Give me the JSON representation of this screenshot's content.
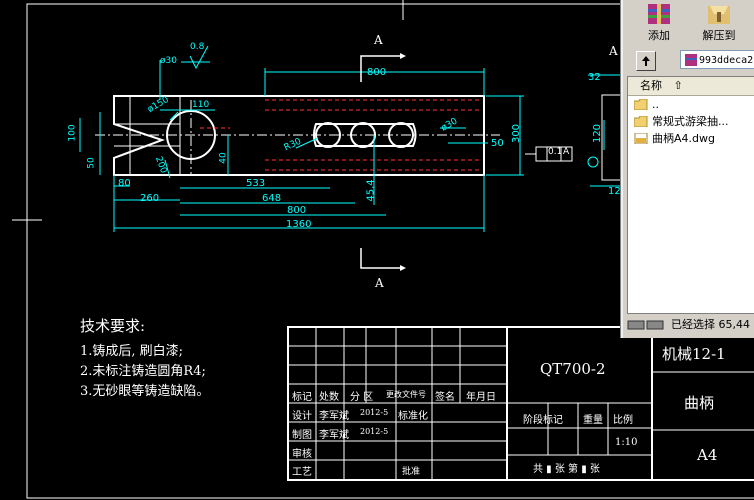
{
  "drawing": {
    "section_label": "A",
    "roughness": "0.8",
    "dims": {
      "d800_top": "800",
      "d32": "32",
      "d30": "ø30",
      "d150": "ø150",
      "d110": "110",
      "d100": "100",
      "d50": "50",
      "d40": "40",
      "d200": "200",
      "r30": "R30",
      "d30b": "ø30",
      "d50b": "50",
      "d300": "300",
      "d80": "80",
      "d260": "260",
      "d533": "533",
      "d648": "648",
      "d800": "800",
      "d1360": "1360",
      "d45": "45.4",
      "d120": "120",
      "d12": "12"
    },
    "tolerance": "0.1",
    "datum": "A"
  },
  "notes": {
    "title": "技术要求:",
    "items": [
      "1.铸成后, 刷白漆;",
      "2.未标注铸造圆角R4;",
      "3.无砂眼等铸造缺陷。"
    ]
  },
  "titleblock": {
    "part_no": "QT700-2",
    "class": "机械12-1",
    "part_name": "曲柄",
    "paper": "A4",
    "scale": "1:10",
    "headers": [
      "标记",
      "处数",
      "分  区",
      "更改文件号",
      "签名",
      "年月日"
    ],
    "design": "设计",
    "designer": "李军斌",
    "date": "2012-5",
    "standardize": "标准化",
    "drawn": "制图",
    "drawer": "李军斌",
    "date2": "2012-5",
    "check": "审核",
    "process": "工艺",
    "approve": "批准",
    "stage": "阶段标记",
    "weight": "重量",
    "ratio": "比例",
    "sheets": "共 ▮ 张 第 ▮ 张"
  },
  "explorer": {
    "add_label": "添加",
    "extract_label": "解压到",
    "address": "993ddeca2",
    "column_name": "名称",
    "items": [
      {
        "name": ".."
      },
      {
        "name": "常规式游梁抽..."
      },
      {
        "name": "曲柄A4.dwg"
      }
    ],
    "status": "已经选择 65,44"
  }
}
